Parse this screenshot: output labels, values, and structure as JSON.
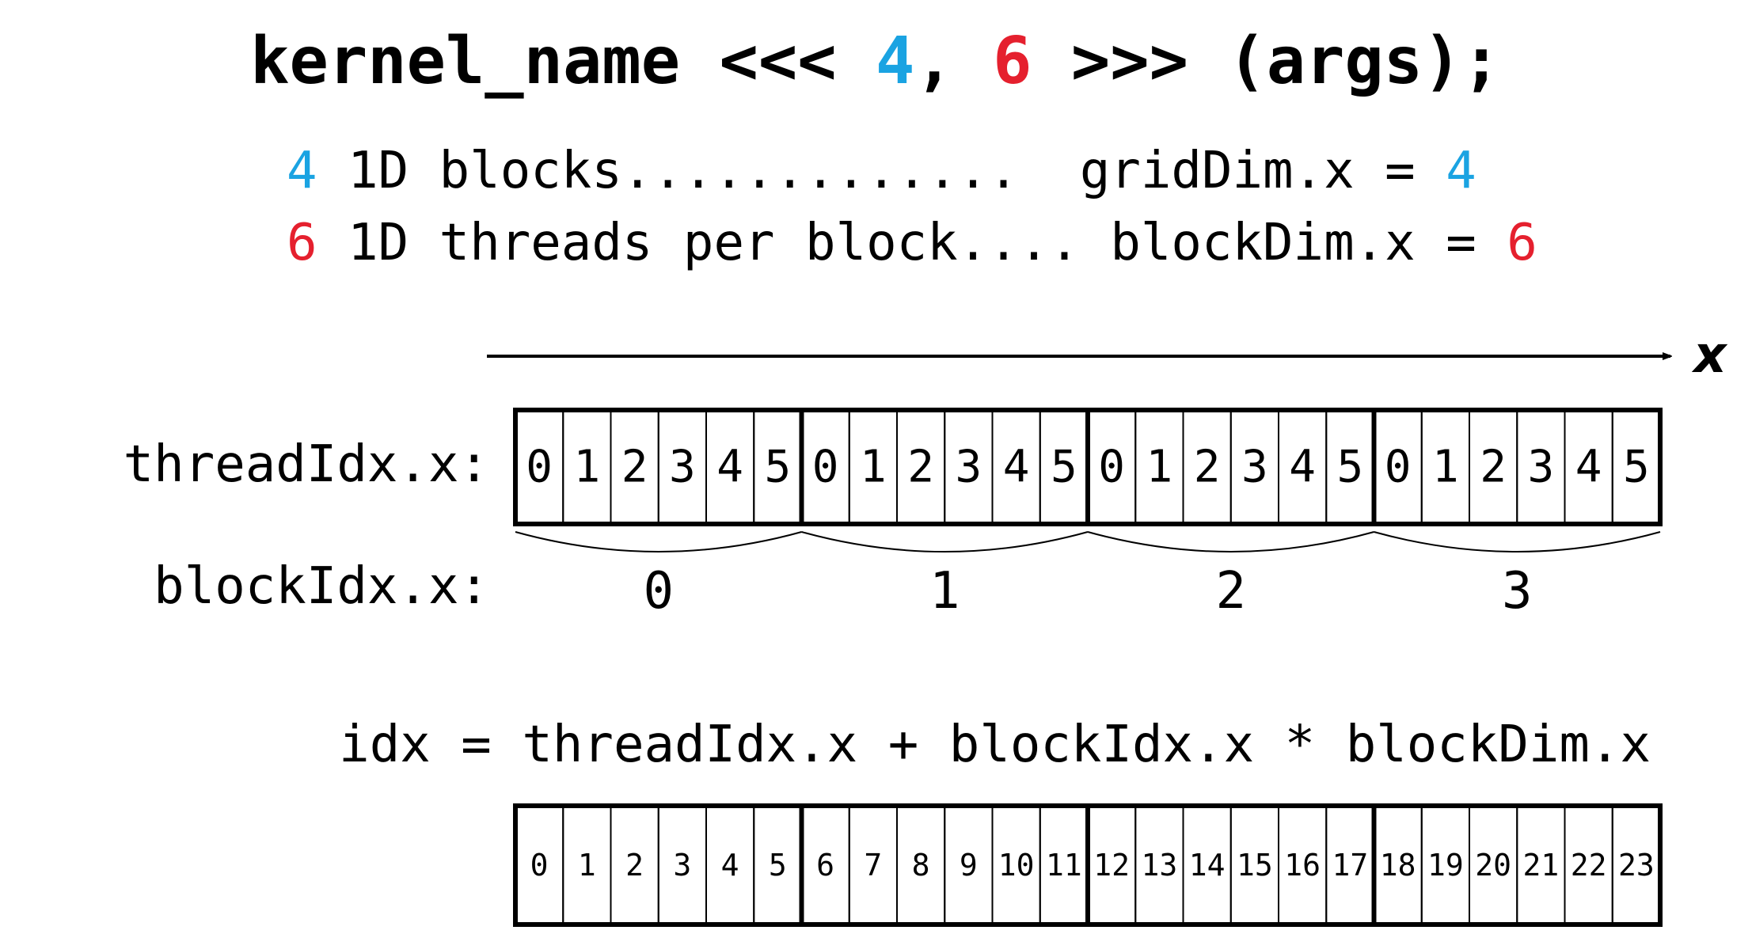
{
  "title": {
    "kernel": "kernel_name <<< ",
    "grid": "4",
    "sep": ", ",
    "block": "6",
    "tail": " >>> (args);"
  },
  "desc": {
    "line1": {
      "num": "4",
      "text": " 1D blocks.............  gridDim.x = ",
      "value": "4"
    },
    "line2": {
      "num": "6",
      "text": " 1D threads per block.... blockDim.x = ",
      "value": "6"
    }
  },
  "axis": {
    "label": "x"
  },
  "labels": {
    "thread_idx": "threadIdx.x:",
    "block_idx": "blockIdx.x:",
    "formula": "idx = threadIdx.x + blockIdx.x * blockDim.x"
  },
  "colors": {
    "grid": "#1AA3E2",
    "block": "#E5202E",
    "text": "#000000"
  },
  "thread_cells": [
    "0",
    "1",
    "2",
    "3",
    "4",
    "5",
    "0",
    "1",
    "2",
    "3",
    "4",
    "5",
    "0",
    "1",
    "2",
    "3",
    "4",
    "5",
    "0",
    "1",
    "2",
    "3",
    "4",
    "5"
  ],
  "block_labels": [
    "0",
    "1",
    "2",
    "3"
  ],
  "idx_cells": [
    "0",
    "1",
    "2",
    "3",
    "4",
    "5",
    "6",
    "7",
    "8",
    "9",
    "10",
    "11",
    "12",
    "13",
    "14",
    "15",
    "16",
    "17",
    "18",
    "19",
    "20",
    "21",
    "22",
    "23"
  ]
}
